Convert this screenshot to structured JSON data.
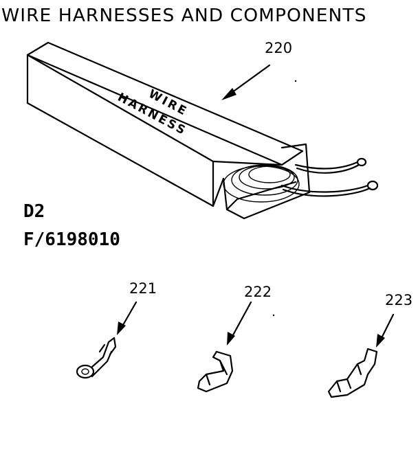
{
  "title": "WIRE HARNESSES AND COMPONENTS",
  "model_code_1": "D2",
  "model_code_2": "F/6198010",
  "box_label_line1": "WIRE",
  "box_label_line2": "HARNESS",
  "parts": [
    {
      "ref": "220",
      "item": "wire-harness"
    },
    {
      "ref": "221",
      "item": "ring-terminal"
    },
    {
      "ref": "222",
      "item": "spade-terminal"
    },
    {
      "ref": "223",
      "item": "flag-terminal"
    }
  ]
}
